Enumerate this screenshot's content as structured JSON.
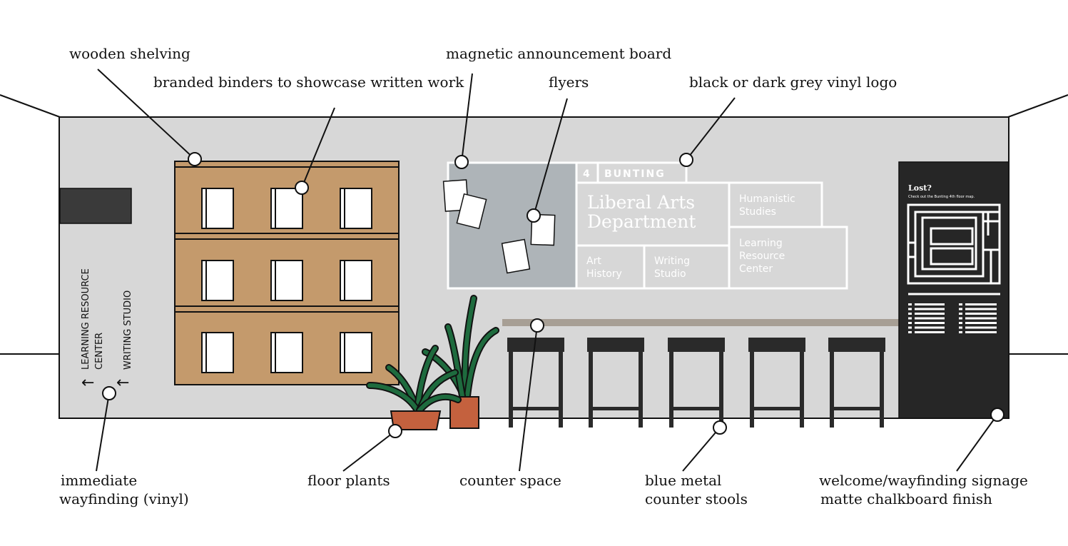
{
  "callouts": {
    "wooden_shelving": "wooden shelving",
    "branded_binders": "branded binders to showcase written work",
    "magnetic_board": "magnetic announcement board",
    "flyers": "flyers",
    "vinyl_logo": "black or dark grey vinyl logo",
    "immediate_wayfinding_line1": "immediate",
    "immediate_wayfinding_line2": "wayfinding (vinyl)",
    "floor_plants": "floor plants",
    "counter_space": "counter space",
    "stools_line1": "blue metal",
    "stools_line2": "counter stools",
    "signage_line1": "welcome/wayfinding signage",
    "signage_line2": "matte chalkboard finish"
  },
  "logo": {
    "floor_number": "4",
    "building": "BUNTING",
    "dept_line1": "Liberal Arts",
    "dept_line2": "Department",
    "humanistic_line1": "Humanistic",
    "humanistic_line2": "Studies",
    "art_line1": "Art",
    "art_line2": "History",
    "writing_line1": "Writing",
    "writing_line2": "Studio",
    "lrc_line1": "Learning",
    "lrc_line2": "Resource",
    "lrc_line3": "Center"
  },
  "wayfinding_vinyl": {
    "lrc_line1": "LEARNING RESOURCE",
    "lrc_line2": "CENTER",
    "writing": "WRITING STUDIO",
    "arrow": "←"
  },
  "signage": {
    "title": "Lost?",
    "subtitle": "Check out the Bunting 4th floor map."
  },
  "colors": {
    "wall": "#d7d7d7",
    "shelf_wood": "#c49a6c",
    "board_grey": "#aeb4b8",
    "counter": "#a79f95",
    "stool": "#2a2a2a",
    "chalkboard": "#262626",
    "plant_green": "#1e6b3e",
    "pot_terracotta": "#c4613e"
  }
}
